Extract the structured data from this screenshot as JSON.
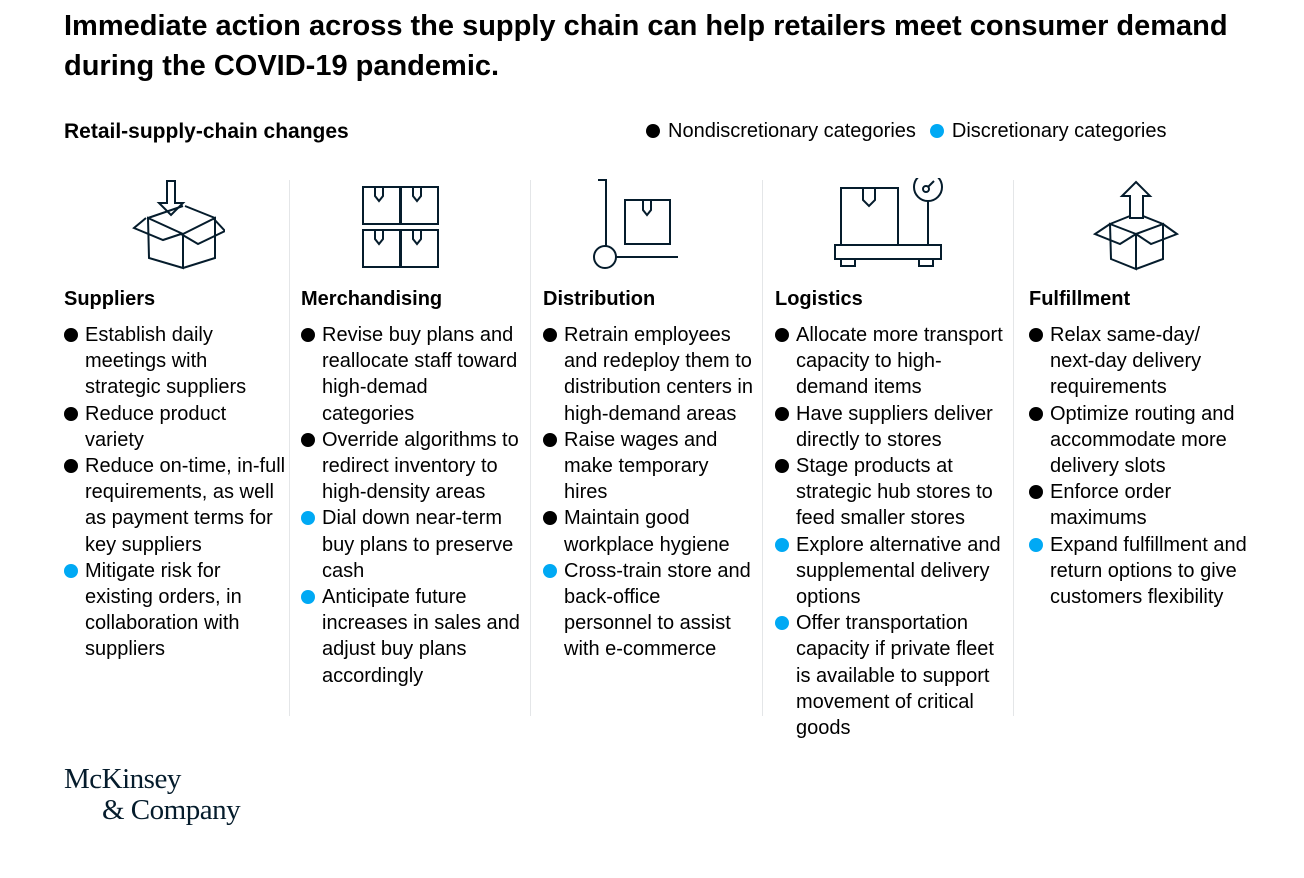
{
  "title": "Immediate action across the supply chain can help retailers meet consumer demand during the COVID-19 pandemic.",
  "subtitle": "Retail-supply-chain changes",
  "colors": {
    "nondiscretionary": "#000000",
    "discretionary": "#00a9f4",
    "icon_stroke": "#051c2c"
  },
  "legend": [
    {
      "label": "Nondiscretionary categories",
      "type": "nondiscretionary"
    },
    {
      "label": "Discretionary categories",
      "type": "discretionary"
    }
  ],
  "columns": [
    {
      "heading": "Suppliers",
      "icon": "box-inbound-icon",
      "items": [
        {
          "text": "Establish daily meetings with strategic suppliers",
          "type": "nondiscretionary"
        },
        {
          "text": "Reduce product variety",
          "type": "nondiscretionary"
        },
        {
          "text": "Reduce on-time, in-full requirements, as well as payment terms for key suppliers",
          "type": "nondiscretionary"
        },
        {
          "text": "Mitigate risk for existing orders, in collaboration with suppliers",
          "type": "discretionary"
        }
      ]
    },
    {
      "heading": "Merchandising",
      "icon": "boxes-grid-icon",
      "items": [
        {
          "text": "Revise buy plans and reallocate staff toward high-demad categories",
          "type": "nondiscretionary"
        },
        {
          "text": "Override algorithms to redirect inventory to high-density areas",
          "type": "nondiscretionary"
        },
        {
          "text": "Dial down near-term buy plans to preserve cash",
          "type": "discretionary"
        },
        {
          "text": "Anticipate future increases in sales and adjust buy plans accordingly",
          "type": "discretionary"
        }
      ]
    },
    {
      "heading": "Distribution",
      "icon": "hand-truck-icon",
      "items": [
        {
          "text": "Retrain employees and redeploy them to distribution centers in high-demand areas",
          "type": "nondiscretionary"
        },
        {
          "text": "Raise wages and make temporary hires",
          "type": "nondiscretionary"
        },
        {
          "text": "Maintain good workplace hygiene",
          "type": "nondiscretionary"
        },
        {
          "text": "Cross-train store and back-office personnel to assist with e-commerce",
          "type": "discretionary"
        }
      ]
    },
    {
      "heading": "Logistics",
      "icon": "scale-box-icon",
      "items": [
        {
          "text": "Allocate more transport capacity to high-demand items",
          "type": "nondiscretionary"
        },
        {
          "text": "Have suppliers deliver directly to stores",
          "type": "nondiscretionary"
        },
        {
          "text": "Stage products at strategic hub stores to feed smaller stores",
          "type": "nondiscretionary"
        },
        {
          "text": "Explore alternative and supplemental delivery options",
          "type": "discretionary"
        },
        {
          "text": "Offer transportation capacity if private fleet is available to support movement of critical goods",
          "type": "discretionary"
        }
      ]
    },
    {
      "heading": "Fulfillment",
      "icon": "box-outbound-icon",
      "items": [
        {
          "text": "Relax same-day/ next-day delivery requirements",
          "type": "nondiscretionary"
        },
        {
          "text": "Optimize routing and accommodate more delivery slots",
          "type": "nondiscretionary"
        },
        {
          "text": "Enforce order maximums",
          "type": "nondiscretionary"
        },
        {
          "text": "Expand fulfillment and return options to give customers flexibility",
          "type": "discretionary"
        }
      ]
    }
  ],
  "logo": {
    "line1": "McKinsey",
    "line2": "& Company"
  }
}
